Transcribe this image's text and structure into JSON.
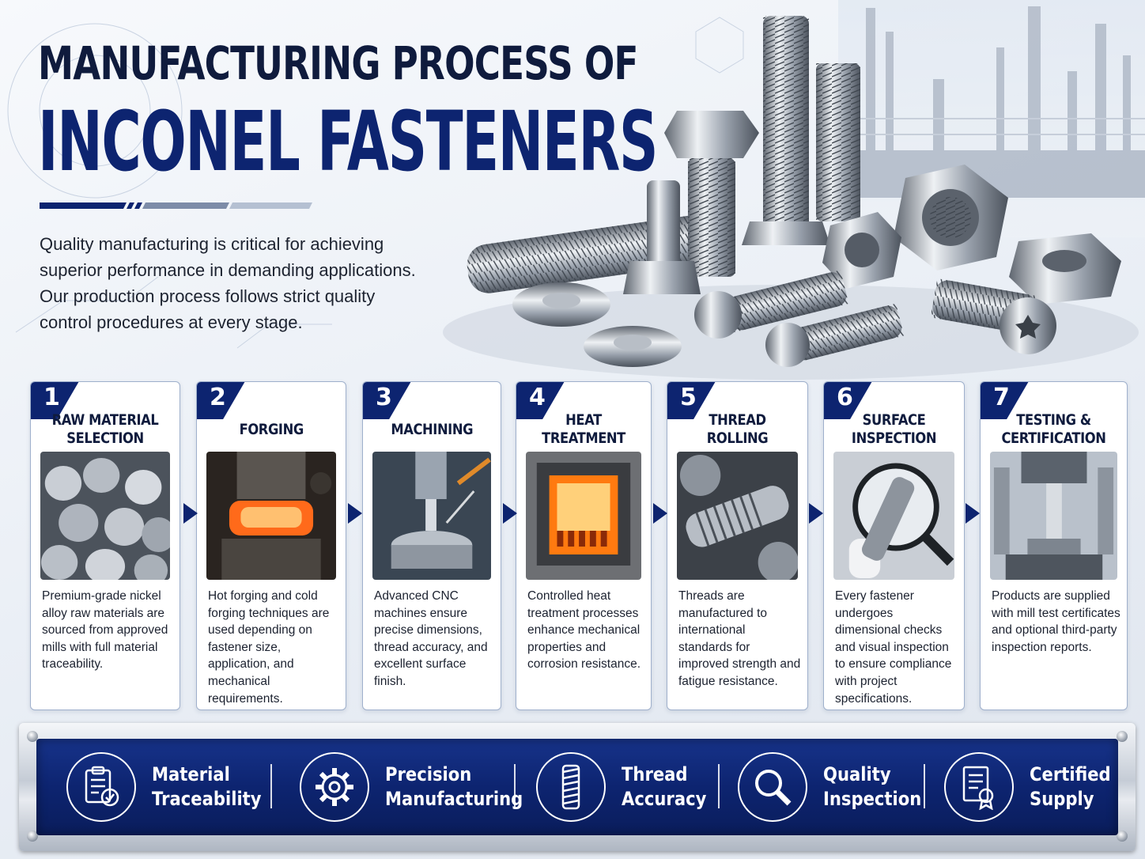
{
  "header": {
    "title_line1": "MANUFACTURING PROCESS OF",
    "title_line2": "INCONEL FASTENERS",
    "intro": "Quality manufacturing is critical for achieving superior performance in demanding applications. Our production process follows strict quality control procedures at every stage."
  },
  "steps": [
    {
      "number": "1",
      "title": "RAW MATERIAL SELECTION",
      "description": "Premium-grade nickel alloy raw materials are sourced from approved mills with full material traceability."
    },
    {
      "number": "2",
      "title": "FORGING",
      "description": "Hot forging and cold forging techniques are used depending on fastener size, application, and mechanical requirements."
    },
    {
      "number": "3",
      "title": "MACHINING",
      "description": "Advanced CNC machines ensure precise dimensions, thread accuracy, and excellent surface finish."
    },
    {
      "number": "4",
      "title": "HEAT TREATMENT",
      "description": "Controlled heat treatment processes enhance mechanical properties and corrosion resistance."
    },
    {
      "number": "5",
      "title": "THREAD ROLLING",
      "description": "Threads are manufactured to international standards for improved strength and fatigue resistance."
    },
    {
      "number": "6",
      "title": "SURFACE INSPECTION",
      "description": "Every fastener undergoes dimensional checks and visual inspection to ensure compliance with project specifications."
    },
    {
      "number": "7",
      "title": "TESTING & CERTIFICATION",
      "description": "Products are supplied with mill test certificates and optional third-party inspection reports."
    }
  ],
  "features": [
    {
      "line1": "Material",
      "line2": "Traceability",
      "icon": "clipboard-check-icon"
    },
    {
      "line1": "Precision",
      "line2": "Manufacturing",
      "icon": "gear-icon"
    },
    {
      "line1": "Thread",
      "line2": "Accuracy",
      "icon": "threaded-bolt-icon"
    },
    {
      "line1": "Quality",
      "line2": "Inspection",
      "icon": "magnifier-icon"
    },
    {
      "line1": "Certified",
      "line2": "Supply",
      "icon": "certificate-icon"
    }
  ],
  "colors": {
    "navy": "#0d2470",
    "title_dark": "#0f1b3d",
    "card_border": "#9fb0cc"
  }
}
